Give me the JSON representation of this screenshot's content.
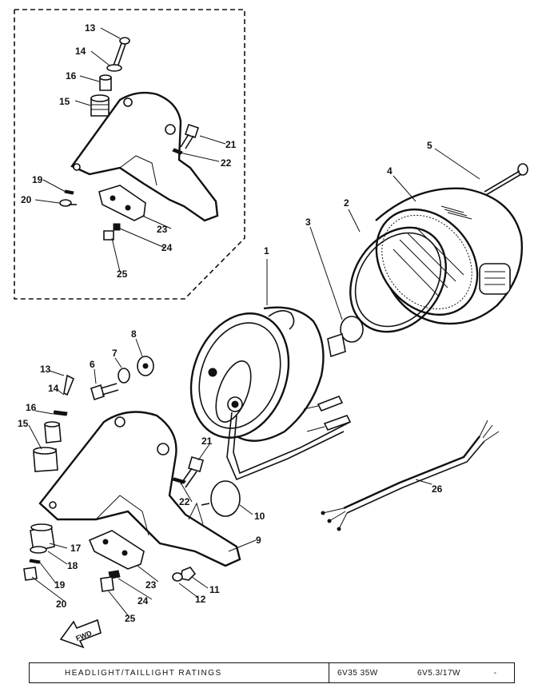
{
  "callouts": [
    {
      "id": "c13a",
      "text": "13"
    },
    {
      "id": "c14a",
      "text": "14"
    },
    {
      "id": "c16a",
      "text": "16"
    },
    {
      "id": "c15a",
      "text": "15"
    },
    {
      "id": "c21a",
      "text": "21"
    },
    {
      "id": "c22a",
      "text": "22"
    },
    {
      "id": "c19a",
      "text": "19"
    },
    {
      "id": "c20a",
      "text": "20"
    },
    {
      "id": "c23a",
      "text": "23"
    },
    {
      "id": "c24a",
      "text": "24"
    },
    {
      "id": "c25a",
      "text": "25"
    },
    {
      "id": "c1",
      "text": "1"
    },
    {
      "id": "c2",
      "text": "2"
    },
    {
      "id": "c3",
      "text": "3"
    },
    {
      "id": "c4",
      "text": "4"
    },
    {
      "id": "c5",
      "text": "5"
    },
    {
      "id": "c6",
      "text": "6"
    },
    {
      "id": "c7",
      "text": "7"
    },
    {
      "id": "c8",
      "text": "8"
    },
    {
      "id": "c13b",
      "text": "13"
    },
    {
      "id": "c14b",
      "text": "14"
    },
    {
      "id": "c16b",
      "text": "16"
    },
    {
      "id": "c15b",
      "text": "15"
    },
    {
      "id": "c21b",
      "text": "21"
    },
    {
      "id": "c22b",
      "text": "22"
    },
    {
      "id": "c10",
      "text": "10"
    },
    {
      "id": "c9",
      "text": "9"
    },
    {
      "id": "c17",
      "text": "17"
    },
    {
      "id": "c18",
      "text": "18"
    },
    {
      "id": "c19b",
      "text": "19"
    },
    {
      "id": "c20b",
      "text": "20"
    },
    {
      "id": "c23b",
      "text": "23"
    },
    {
      "id": "c24b",
      "text": "24"
    },
    {
      "id": "c25b",
      "text": "25"
    },
    {
      "id": "c11",
      "text": "11"
    },
    {
      "id": "c12",
      "text": "12"
    },
    {
      "id": "c26",
      "text": "26"
    }
  ],
  "fwd_label": "FWD",
  "ratings": {
    "label": "HEADLIGHT/TAILLIGHT RATINGS",
    "headlight": "6V35 35W",
    "taillight": "6V5.3/17W",
    "mark": "-"
  }
}
